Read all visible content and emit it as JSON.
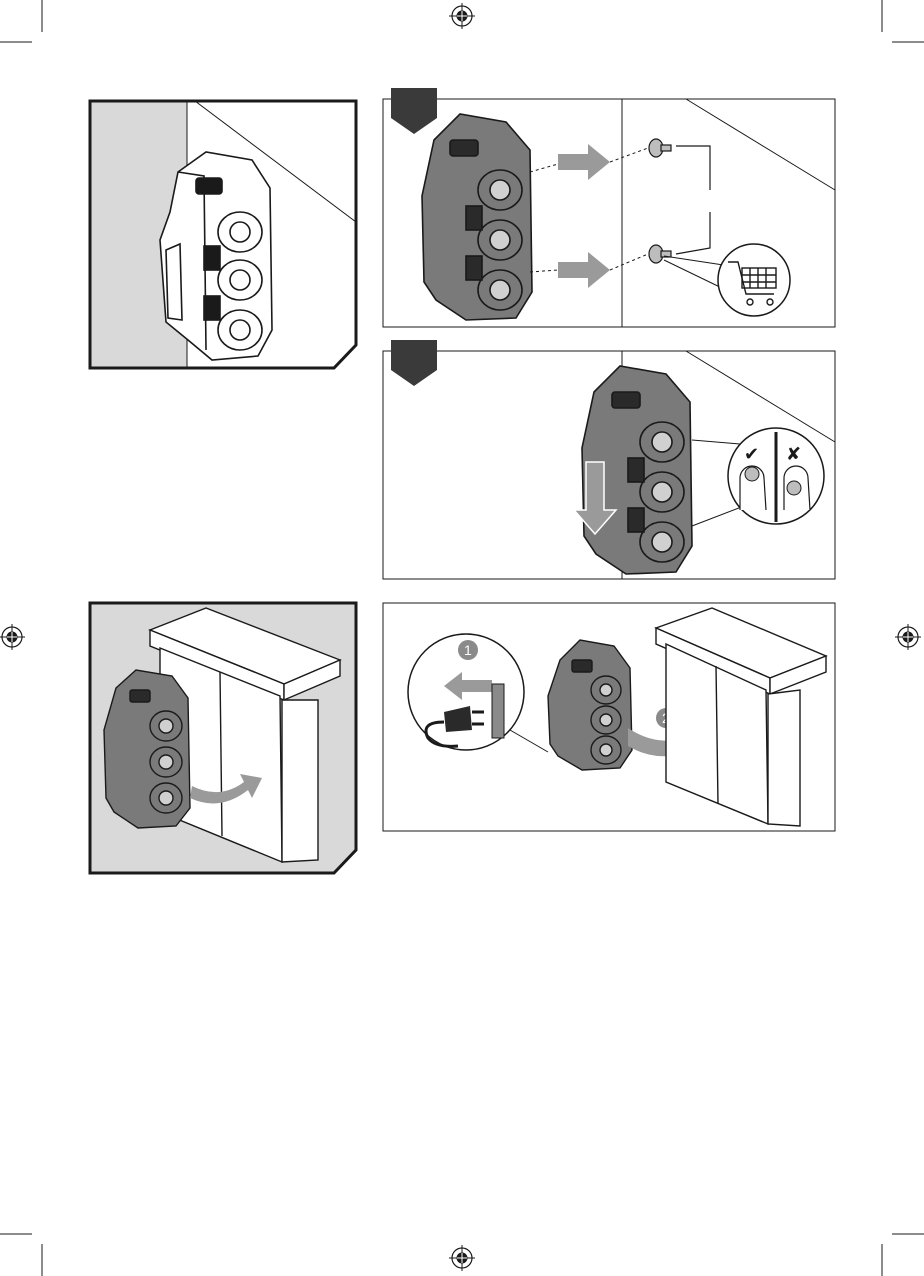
{
  "page": {
    "background": "#ffffff",
    "ink": "#1a1a1a",
    "device_fill": "#7a7a7a",
    "device_dark": "#3a3a3a",
    "panel_gray": "#d9d9d9",
    "arrow_gray": "#9a9a9a"
  },
  "panels": {
    "mounted_on_wall": {
      "icon": "charger-on-wall"
    },
    "screw_mounting": {
      "icon": "screws-and-shopping-cart"
    },
    "hang_on_screws": {
      "icon": "screw-head-check-cross"
    },
    "store_in_cabinet": {
      "icon": "charger-into-cabinet"
    },
    "unplug_then_store": {
      "icon": "unplug-then-cabinet",
      "step_1": "1",
      "step_2": "2"
    }
  },
  "marks": {
    "correct": "✔",
    "wrong": "✘"
  }
}
